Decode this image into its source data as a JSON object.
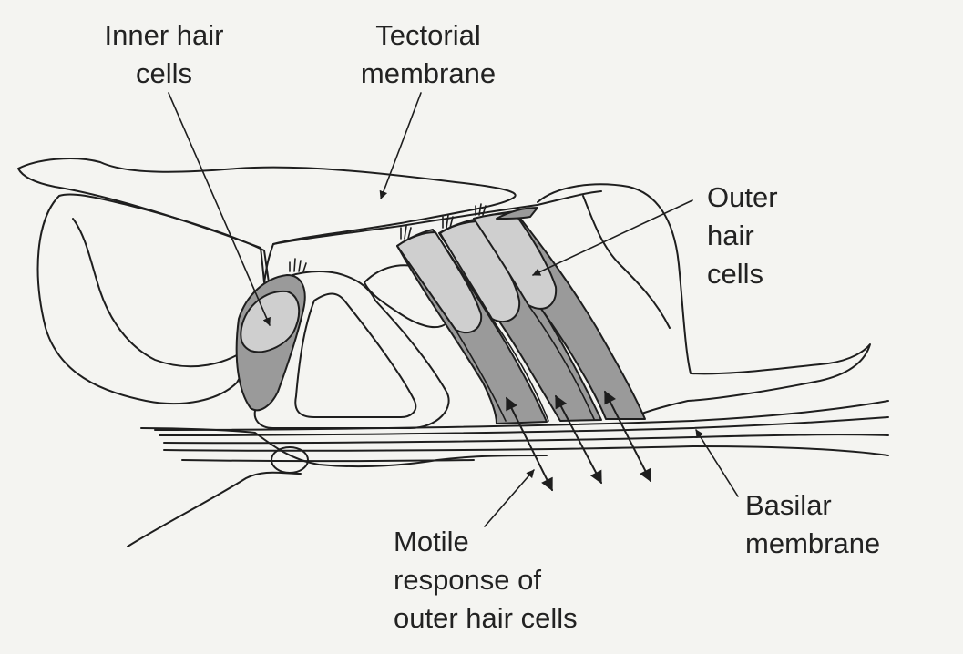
{
  "labels": {
    "inner_hair_cells": [
      "Inner hair",
      "cells"
    ],
    "tectorial_membrane": [
      "Tectorial",
      "membrane"
    ],
    "outer_hair_cells": [
      "Outer",
      "hair",
      "cells"
    ],
    "basilar_membrane": [
      "Basilar",
      "membrane"
    ],
    "motile_response": [
      "Motile",
      "response of",
      "outer hair cells"
    ]
  },
  "colors": {
    "background": "#f4f4f1",
    "ink": "#1e1e1e",
    "dark_cell_fill": "#9a9a9a",
    "light_cell_fill": "#cfcfcf"
  }
}
